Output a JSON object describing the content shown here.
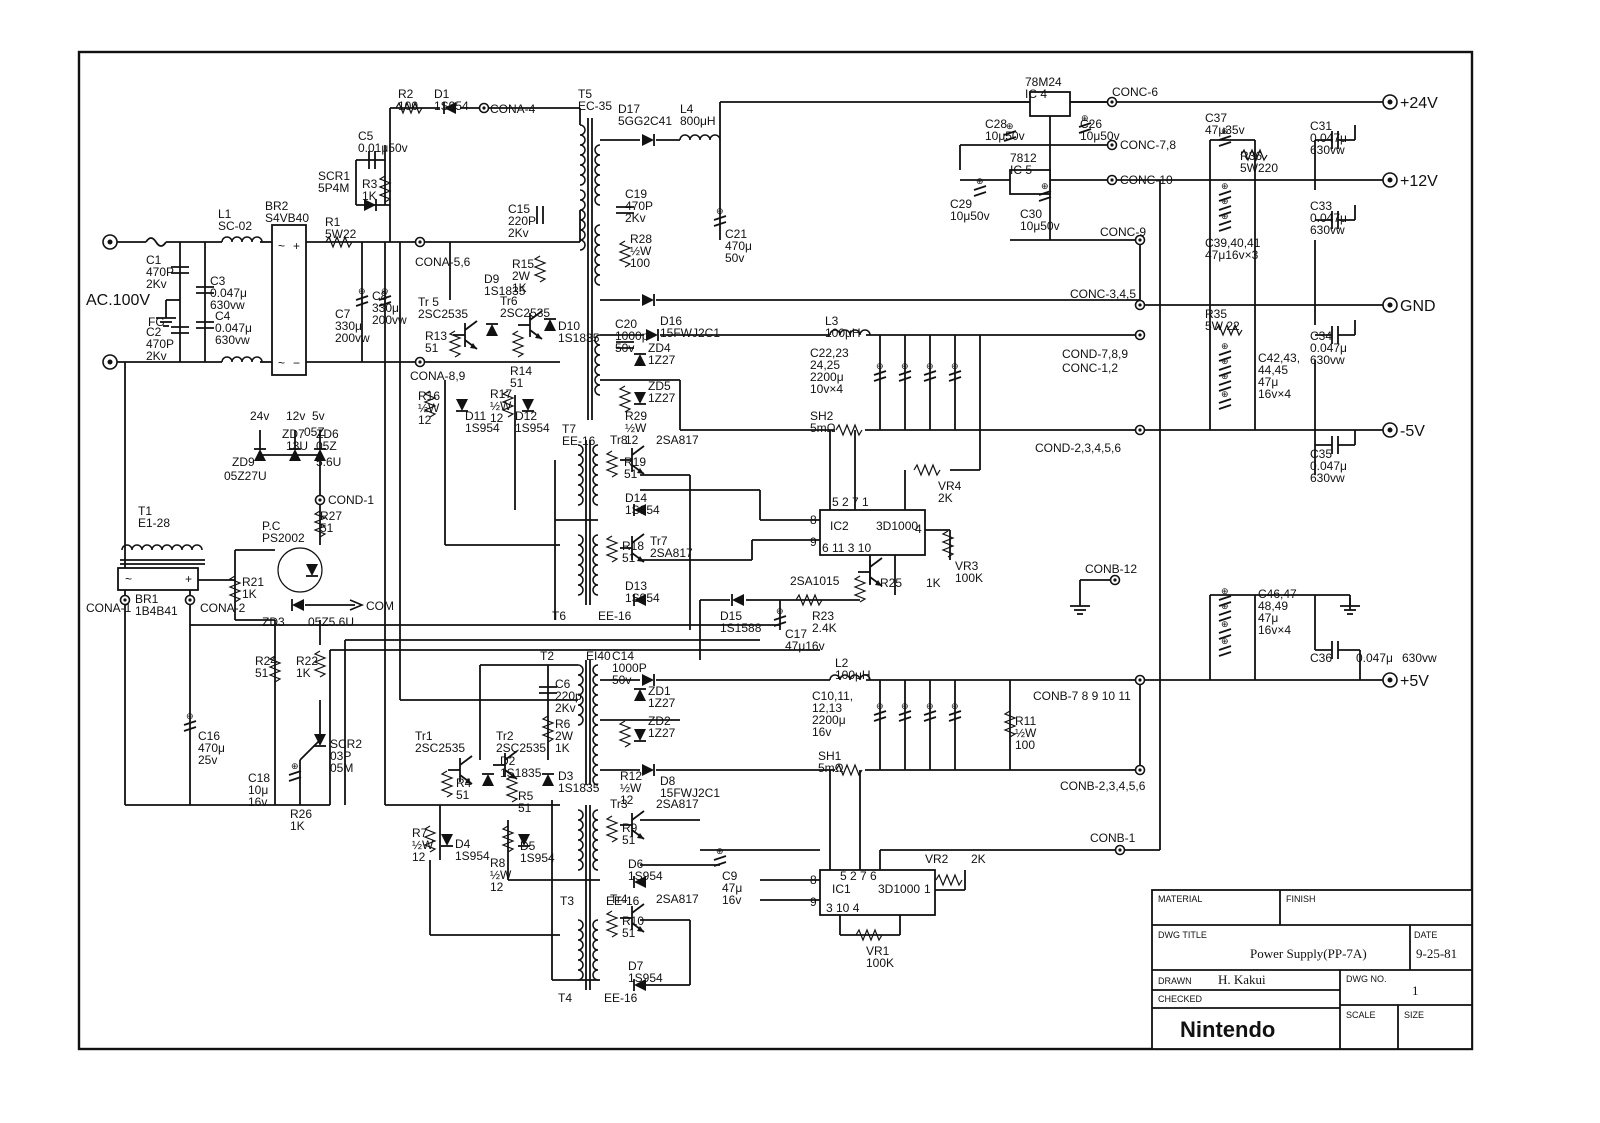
{
  "inputs": {
    "ac_label": "AC.100V",
    "fg_label": "FG"
  },
  "outputs": [
    "+24V",
    "+12V",
    "GND",
    "-5V",
    "+5V"
  ],
  "connectors": [
    "CONA-4",
    "CONA-5,6",
    "CONA-8,9",
    "CONA-1",
    "CONA-2",
    "COND-1",
    "CONC-6",
    "CONC-7,8",
    "CONC-10",
    "CONC-9",
    "CONC-3,4,5",
    "COND-7,8,9",
    "CONC-1,2",
    "COND-2,3,4,5,6",
    "CONB-12",
    "CONB-7 8 9 10 11",
    "CONB-2,3,4,5,6",
    "CONB-1",
    "COM"
  ],
  "components": {
    "t1": [
      "T1",
      "E1-28"
    ],
    "br1": [
      "BR1",
      "1B4B41"
    ],
    "l1": [
      "L1",
      "SC-02"
    ],
    "br2": [
      "BR2",
      "S4VB40"
    ],
    "c1": [
      "C1",
      "470P",
      "2Kv"
    ],
    "c2": [
      "C2",
      "470P",
      "2Kv"
    ],
    "c3": [
      "C3",
      "0.047μ",
      "630vw"
    ],
    "c4": [
      "C4",
      "0.047μ",
      "630vw"
    ],
    "r1": [
      "R1",
      "5W22"
    ],
    "r2": [
      "R2",
      "100"
    ],
    "d1": [
      "D1",
      "1S954"
    ],
    "c5": [
      "C5",
      "0.01μ50v"
    ],
    "scr1": [
      "SCR1",
      "5P4M"
    ],
    "r3": [
      "R3",
      "1K"
    ],
    "c7": [
      "C7",
      "330μ",
      "200vw"
    ],
    "c8": [
      "C8",
      "330μ",
      "200vw"
    ],
    "t5": [
      "T5",
      "EC-35"
    ],
    "c15": [
      "C15",
      "220P",
      "2Kv"
    ],
    "r15": [
      "R15",
      "2W",
      "1K"
    ],
    "d9": [
      "D9",
      "1S1835"
    ],
    "tr6": [
      "Tr6",
      "2SC2535"
    ],
    "d10": [
      "D10",
      "1S1835"
    ],
    "tr5": [
      "Tr 5",
      "2SC2535"
    ],
    "r13": [
      "R13",
      "51"
    ],
    "r14": [
      "R14",
      "51"
    ],
    "r16": [
      "R16",
      "½W",
      "12"
    ],
    "d11": [
      "D11",
      "1S954"
    ],
    "r17": [
      "R17",
      "½W",
      "12"
    ],
    "d12": [
      "D12",
      "1S954"
    ],
    "d17": [
      "D17",
      "5GG2C41"
    ],
    "l4": [
      "L4",
      "800μH"
    ],
    "c19": [
      "C19",
      "470P",
      "2Kv"
    ],
    "r28": [
      "R28",
      "½W",
      "100"
    ],
    "c21": [
      "C21",
      "470μ",
      "50v"
    ],
    "c20": [
      "C20",
      "1000p",
      "50v"
    ],
    "d16": [
      "D16",
      "15FWJ2C1"
    ],
    "zd4": [
      "ZD4",
      "1Z27"
    ],
    "zd5": [
      "ZD5",
      "1Z27"
    ],
    "r29": [
      "R29",
      "½W",
      "12"
    ],
    "l3": [
      "L3",
      "100μH"
    ],
    "c22": [
      "C22,23",
      "24,25",
      "2200μ",
      "10v×4"
    ],
    "sh2": [
      "SH2",
      "5mΩ"
    ],
    "ic4": [
      "78M24",
      "IC 4"
    ],
    "c28": [
      "C28",
      "10μ50v"
    ],
    "c26": [
      "C26",
      "10μ50v"
    ],
    "ic5": [
      "7812",
      "IC 5"
    ],
    "c29": [
      "C29",
      "10μ50v"
    ],
    "c30": [
      "C30",
      "10μ50v"
    ],
    "c37": [
      "C37",
      "47μ35v"
    ],
    "r36": [
      "R36",
      "5W220"
    ],
    "c39": [
      "C39,40,41",
      "47μ16v×3"
    ],
    "c31": [
      "C31",
      "0.047μ",
      "630vw"
    ],
    "c33": [
      "C33",
      "0.047μ",
      "630vw"
    ],
    "r35": [
      "R35",
      "5W 22"
    ],
    "c42": [
      "C42,43,",
      "44,45",
      "47μ",
      "16v×4"
    ],
    "c34": [
      "C34",
      "0.047μ",
      "630vw"
    ],
    "c35": [
      "C35",
      "0.047μ",
      "630vw"
    ],
    "zd": [
      "24v",
      "12v",
      "5v",
      "ZD7",
      "05Z",
      "13U",
      "ZD6",
      "05Z",
      "5.6U",
      "ZD9",
      "05Z27U"
    ],
    "pc": [
      "P.C",
      "PS2002"
    ],
    "r27": [
      "R27",
      "51"
    ],
    "r21": [
      "R21",
      "1K"
    ],
    "zd3": [
      "ZD3",
      "05Z5.6U"
    ],
    "t7": [
      "T7",
      "EE-16"
    ],
    "tr8": [
      "Tr8",
      "2SA817"
    ],
    "r19": [
      "R19",
      "51"
    ],
    "d14": [
      "D14",
      "1S954"
    ],
    "r18": [
      "R18",
      "51"
    ],
    "tr7": [
      "Tr7",
      "2SA817"
    ],
    "d13": [
      "D13",
      "1S954"
    ],
    "t6": [
      "T6",
      "EE-16"
    ],
    "ic2": [
      "IC2",
      "3D1000"
    ],
    "vr4": [
      "VR4",
      "2K"
    ],
    "vr3": [
      "VR3",
      "100K"
    ],
    "tr9": [
      "2SA1015"
    ],
    "r25": [
      "R25",
      "1K"
    ],
    "r23": [
      "R23",
      "2.4K"
    ],
    "d15": [
      "D15",
      "1S1588"
    ],
    "c17": [
      "C17",
      "47μ16v"
    ],
    "c46": [
      "C46,47",
      "48,49",
      "47μ",
      "16v×4"
    ],
    "c36": [
      "C36",
      "0.047μ",
      "630vw"
    ],
    "r24": [
      "R24",
      "51"
    ],
    "r22": [
      "R22",
      "1K"
    ],
    "c16": [
      "C16",
      "470μ",
      "25v"
    ],
    "scr2": [
      "SCR2",
      "03P",
      "05M"
    ],
    "c18": [
      "C18",
      "10μ",
      "16v"
    ],
    "r26": [
      "R26",
      "1K"
    ],
    "t2": [
      "T2",
      "EI40"
    ],
    "c14": [
      "C14",
      "1000P",
      "50v"
    ],
    "c6": [
      "C6",
      "220p",
      "2Kv"
    ],
    "r6": [
      "R6",
      "2W",
      "1K"
    ],
    "tr2": [
      "Tr2",
      "2SC2535"
    ],
    "d2": [
      "D2",
      "1S1835"
    ],
    "d3": [
      "D3",
      "1S1835"
    ],
    "tr1": [
      "Tr1",
      "2SC2535"
    ],
    "r4": [
      "R4",
      "51"
    ],
    "r5": [
      "R5",
      "51"
    ],
    "r7": [
      "R7",
      "½W",
      "12"
    ],
    "d4": [
      "D4",
      "1S954"
    ],
    "r8": [
      "R8",
      "½W",
      "12"
    ],
    "d5": [
      "D5",
      "1S954"
    ],
    "zd1": [
      "ZD1",
      "1Z27"
    ],
    "zd2": [
      "ZD2",
      "1Z27"
    ],
    "r12": [
      "R12",
      "½W",
      "12"
    ],
    "d8": [
      "D8",
      "15FWJ2C1"
    ],
    "l2": [
      "L2",
      "100μH"
    ],
    "c10": [
      "C10,11,",
      "12,13",
      "2200μ",
      "16v"
    ],
    "sh1": [
      "SH1",
      "5mΩ"
    ],
    "r11": [
      "R11",
      "½W",
      "100"
    ],
    "tr3": [
      "Tr3",
      "2SA817"
    ],
    "r9": [
      "R9",
      "51"
    ],
    "d6": [
      "D6",
      "1S954"
    ],
    "c9": [
      "C9",
      "47μ",
      "16v"
    ],
    "t3": [
      "T3",
      "EE-16"
    ],
    "tr4": [
      "Tr4",
      "2SA817"
    ],
    "r10": [
      "R10",
      "51"
    ],
    "d7": [
      "D7",
      "1S954"
    ],
    "t4": [
      "T4",
      "EE-16"
    ],
    "ic1": [
      "IC1",
      "3D1000"
    ],
    "vr2": [
      "VR2",
      "2K"
    ],
    "vr1": [
      "VR1",
      "100K"
    ]
  },
  "pins": {
    "ic2_top": "5   2   7   1",
    "ic2_left_top": "8",
    "ic2_left_bot": "9",
    "ic2_bottom": "6  11   3   10",
    "ic2_right": "4",
    "ic1_top": "5   2   7   6",
    "ic1_left_top": "8",
    "ic1_left_bot": "9",
    "ic1_bottom": "3   10   4",
    "ic1_right": "1"
  },
  "title_block": {
    "material_label": "MATERIAL",
    "finish_label": "FINISH",
    "dwg_title_label": "DWG TITLE",
    "dwg_title": "Power Supply(PP-7A)",
    "date_label": "DATE",
    "date": "9-25-81",
    "drawn_label": "DRAWN",
    "drawn_by": "H. Kakui",
    "dwg_no_label": "DWG NO.",
    "dwg_no": "1",
    "checked_label": "CHECKED",
    "scale_label": "SCALE",
    "size_label": "SIZE",
    "company": "Nintendo"
  }
}
